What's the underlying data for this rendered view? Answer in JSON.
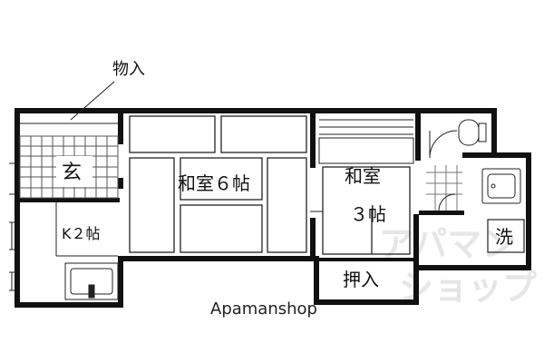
{
  "floorplan": {
    "labels": {
      "storage": "物入",
      "entrance": "玄",
      "kitchen": "K２帖",
      "washitsu6": "和室６帖",
      "washitsu3_line1": "和室",
      "washitsu3_line2": "３帖",
      "closet": "押入",
      "laundry": "洗"
    }
  },
  "watermark": {
    "line1": "アパマン",
    "line2": "ショップ"
  },
  "footer": {
    "brand": "Apamanshop"
  },
  "colors": {
    "wall": "#111111",
    "line": "#222222",
    "watermark": "#e6e6e6"
  }
}
